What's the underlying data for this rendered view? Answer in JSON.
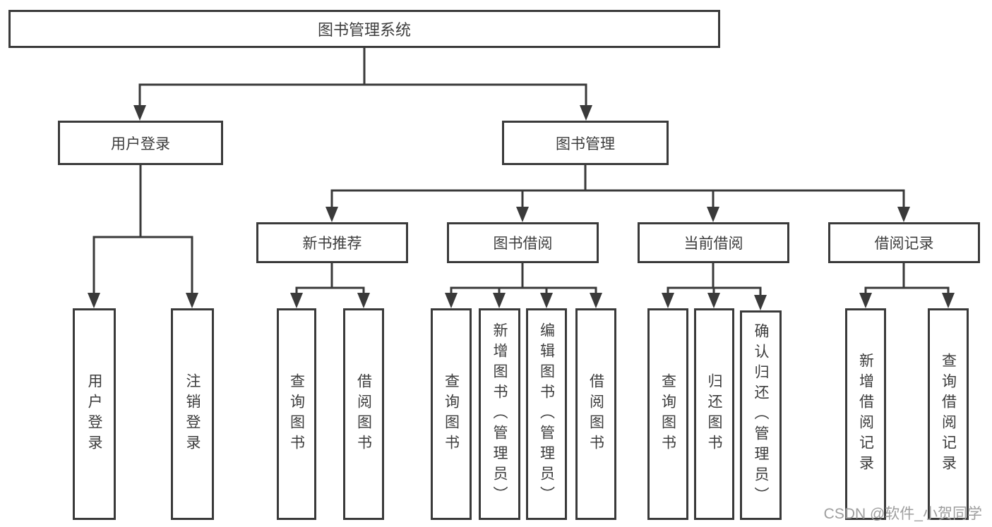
{
  "diagram": {
    "root": {
      "label": "图书管理系统"
    },
    "branches": [
      {
        "label": "用户登录"
      },
      {
        "label": "图书管理"
      }
    ],
    "modules": [
      {
        "label": "新书推荐"
      },
      {
        "label": "图书借阅"
      },
      {
        "label": "当前借阅"
      },
      {
        "label": "借阅记录"
      }
    ],
    "leaves": [
      {
        "label": "用户登录"
      },
      {
        "label": "注销登录"
      },
      {
        "label": "查询图书"
      },
      {
        "label": "借阅图书"
      },
      {
        "label": "查询图书"
      },
      {
        "label": "新增图书（管理员）"
      },
      {
        "label": "编辑图书（管理员）"
      },
      {
        "label": "借阅图书"
      },
      {
        "label": "查询图书"
      },
      {
        "label": "归还图书"
      },
      {
        "label": "确认归还（管理员）"
      },
      {
        "label": "新增借阅记录"
      },
      {
        "label": "查询借阅记录"
      }
    ],
    "hierarchy": {
      "图书管理系统": [
        "用户登录",
        "图书管理"
      ],
      "用户登录": [
        "用户登录",
        "注销登录"
      ],
      "图书管理": [
        "新书推荐",
        "图书借阅",
        "当前借阅",
        "借阅记录"
      ],
      "新书推荐": [
        "查询图书",
        "借阅图书"
      ],
      "图书借阅": [
        "查询图书",
        "新增图书（管理员）",
        "编辑图书（管理员）",
        "借阅图书"
      ],
      "当前借阅": [
        "查询图书",
        "归还图书",
        "确认归还（管理员）"
      ],
      "借阅记录": [
        "新增借阅记录",
        "查询借阅记录"
      ]
    }
  },
  "watermark": {
    "text": "CSDN @软件_小贺同学"
  },
  "colors": {
    "line": "#3a3a3a",
    "box_border": "#3a3a3a",
    "text": "#3d3d3d",
    "box_background": "#ffffff",
    "page_background": "#ffffff",
    "watermark": "#9e9e9e"
  }
}
